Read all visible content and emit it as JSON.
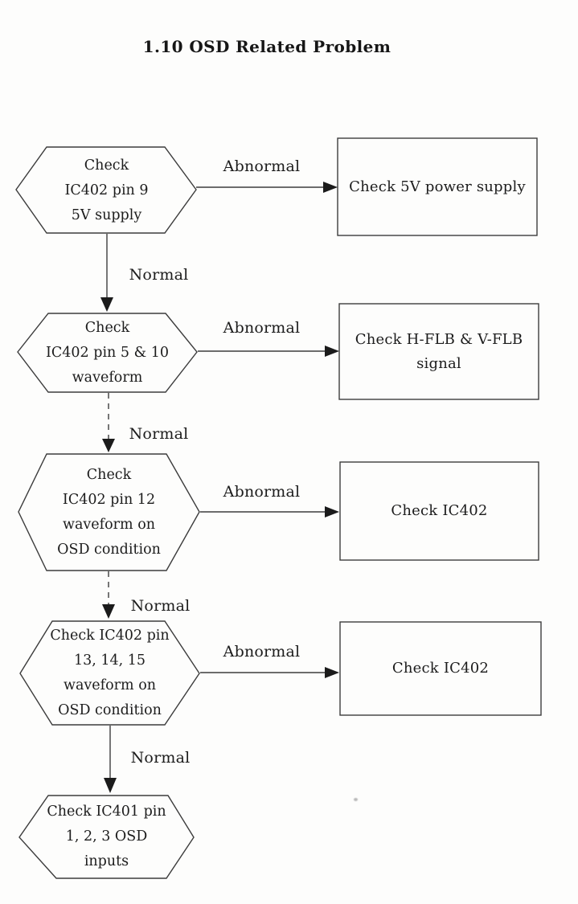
{
  "page": {
    "title": "1.10 OSD Related Problem"
  },
  "flowchart": {
    "labels": {
      "abnormal": "Abnormal",
      "normal": "Normal"
    },
    "decisions": [
      {
        "lines": [
          "Check",
          "IC402 pin 9",
          "5V supply"
        ]
      },
      {
        "lines": [
          "Check",
          "IC402 pin 5 & 10",
          "waveform"
        ]
      },
      {
        "lines": [
          "Check",
          "IC402 pin 12",
          "waveform on",
          "OSD condition"
        ]
      },
      {
        "lines": [
          "Check IC402 pin",
          "13, 14, 15",
          "waveform on",
          "OSD condition"
        ]
      },
      {
        "lines": [
          "Check IC401 pin",
          "1, 2, 3 OSD",
          "inputs"
        ]
      }
    ],
    "actions": [
      {
        "lines": [
          "Check 5V power supply"
        ]
      },
      {
        "lines": [
          "Check H-FLB & V-FLB",
          "signal"
        ]
      },
      {
        "lines": [
          "Check IC402"
        ]
      },
      {
        "lines": [
          "Check IC402"
        ]
      }
    ]
  },
  "colors": {
    "ink": "#1c1c1c",
    "line": "#3c3c3c",
    "paper": "#fdfdfc"
  }
}
